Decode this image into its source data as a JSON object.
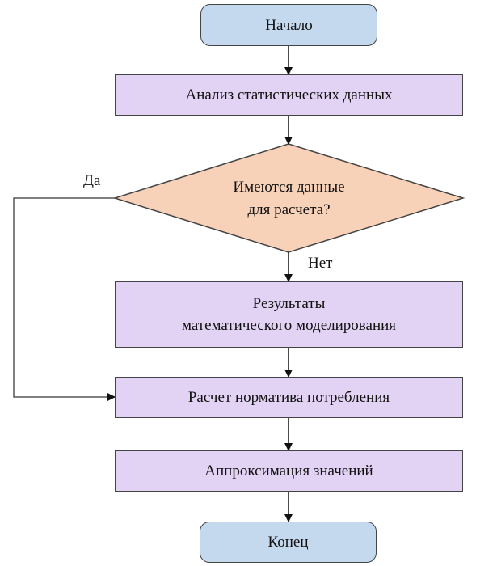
{
  "flowchart": {
    "start": "Начало",
    "step_analysis": "Анализ статистических данных",
    "decision": {
      "line1": "Имеются данные",
      "line2": "для расчета?"
    },
    "branch_yes": "Да",
    "branch_no": "Нет",
    "step_results": {
      "line1": "Результаты",
      "line2": "математического моделирования"
    },
    "step_calc": "Расчет норматива потребления",
    "step_approx": "Аппроксимация значений",
    "end": "Конец"
  },
  "colors": {
    "terminal_fill": "#c5d9ee",
    "process_fill": "#e2d2f4",
    "decision_fill": "#f7d2b9"
  }
}
